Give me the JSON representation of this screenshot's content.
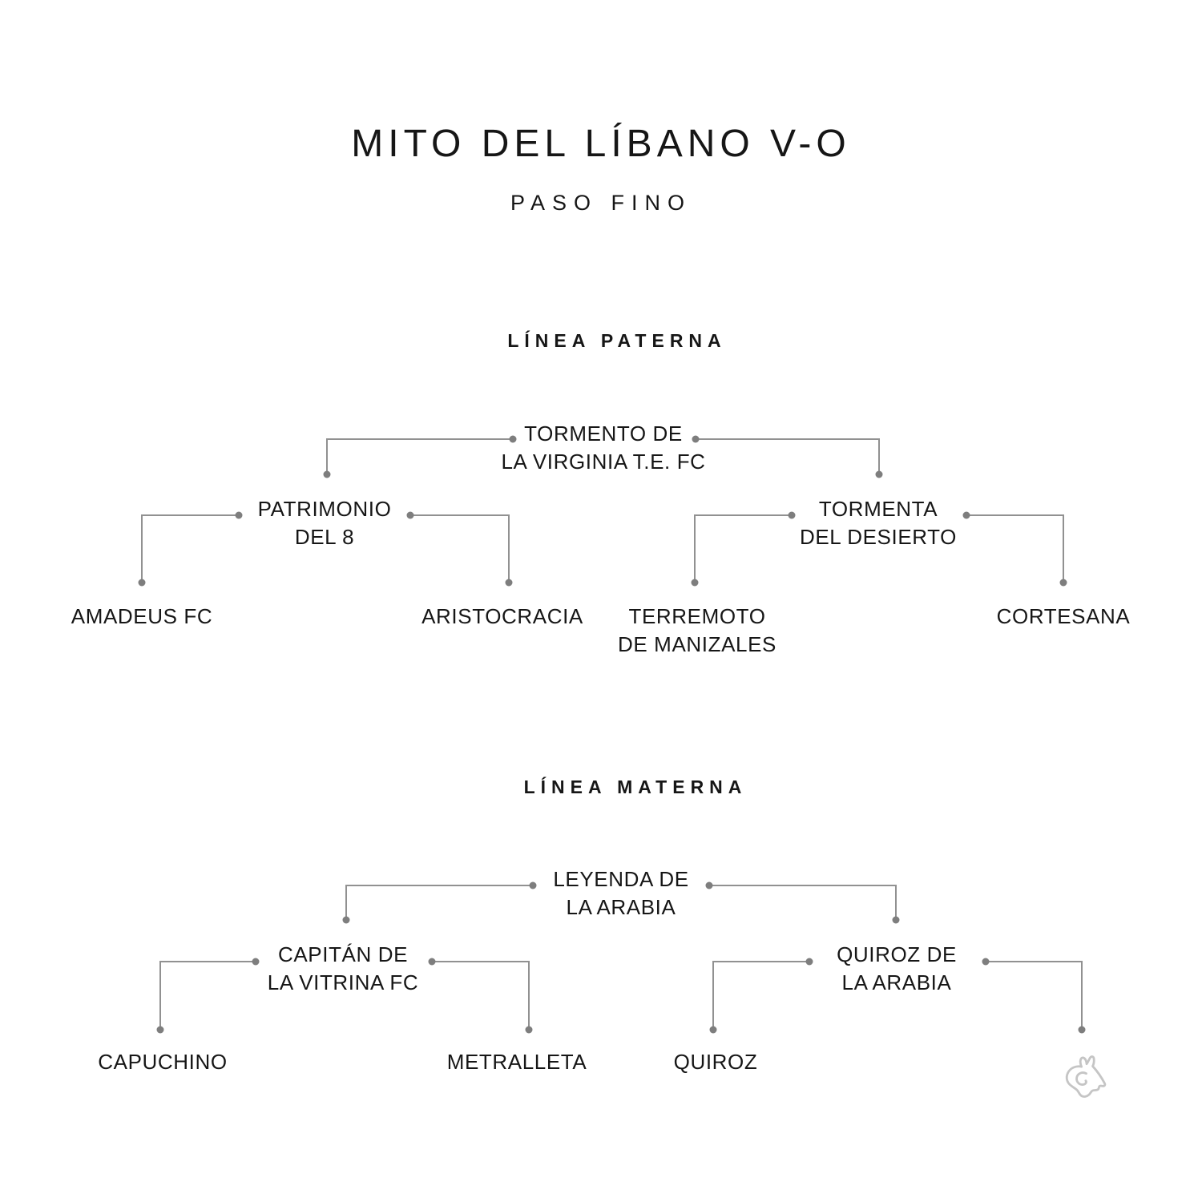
{
  "title": "MITO DEL LÍBANO V-O",
  "subtitle": "PASO FINO",
  "colors": {
    "background": "#ffffff",
    "text": "#161616",
    "line": "#919191",
    "dot": "#7e7e7e",
    "icon": "#c5c5c5"
  },
  "icons": {
    "horse_head": "horse-head-outline"
  },
  "sections": {
    "paternal": {
      "heading": "LÍNEA PATERNA",
      "parent": "TORMENTO DE\nLA VIRGINIA T.E. FC",
      "grandparents": [
        "PATRIMONIO\nDEL 8",
        "TORMENTA\nDEL DESIERTO"
      ],
      "great_grandparents": [
        "AMADEUS FC",
        "ARISTOCRACIA",
        "TERREMOTO\nDE MANIZALES",
        "CORTESANA"
      ]
    },
    "maternal": {
      "heading": "LÍNEA MATERNA",
      "parent": "LEYENDA DE\nLA ARABIA",
      "grandparents": [
        "CAPITÁN DE\nLA VITRINA FC",
        "QUIROZ DE\nLA ARABIA"
      ],
      "great_grandparents": [
        "CAPUCHINO",
        "METRALLETA",
        "QUIROZ",
        ""
      ]
    }
  }
}
